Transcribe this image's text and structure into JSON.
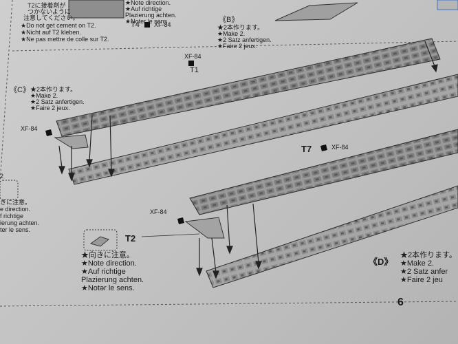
{
  "page_number": "6",
  "paint_code": "XF-84",
  "top_left_notes": [
    "T2に接着剤が",
    "つかないように",
    "注意してください。",
    "★Do not get cement on T2.",
    "★Nicht auf T2 kleben.",
    "★Ne pas mettre de colle sur T2."
  ],
  "top_center_notes": [
    "★Note direction.",
    "★Auf richtige",
    "Plazierung achten.",
    "★Noter le sens."
  ],
  "part_t4": "T4",
  "part_t1": "T1",
  "part_t7": "T7",
  "part_t2": "T2",
  "step_b": {
    "label": "《B》",
    "lines": [
      "★2本作ります。",
      "★Make 2.",
      "★2 Satz anfertigen.",
      "★Faire 2 jeux."
    ]
  },
  "step_c": {
    "label": "《C》",
    "lines": [
      "★2本作ります。",
      "★Make 2.",
      "★2 Satz anfertigen.",
      "★Faire 2 jeux."
    ]
  },
  "left_partial_notes": [
    "2",
    "きに注意。",
    "e direction.",
    "f richtige",
    "ierung achten.",
    "ter le sens."
  ],
  "note_direction": [
    "★向きに注意。",
    "★Note direction.",
    "★Auf richtige",
    "Plazierung achten.",
    "★Notər le sens."
  ],
  "step_d": {
    "label": "《D》",
    "lines": [
      "★2本作ります。",
      "★Make 2.",
      "★2 Satz anfer",
      "★Faire 2 jeu"
    ]
  }
}
